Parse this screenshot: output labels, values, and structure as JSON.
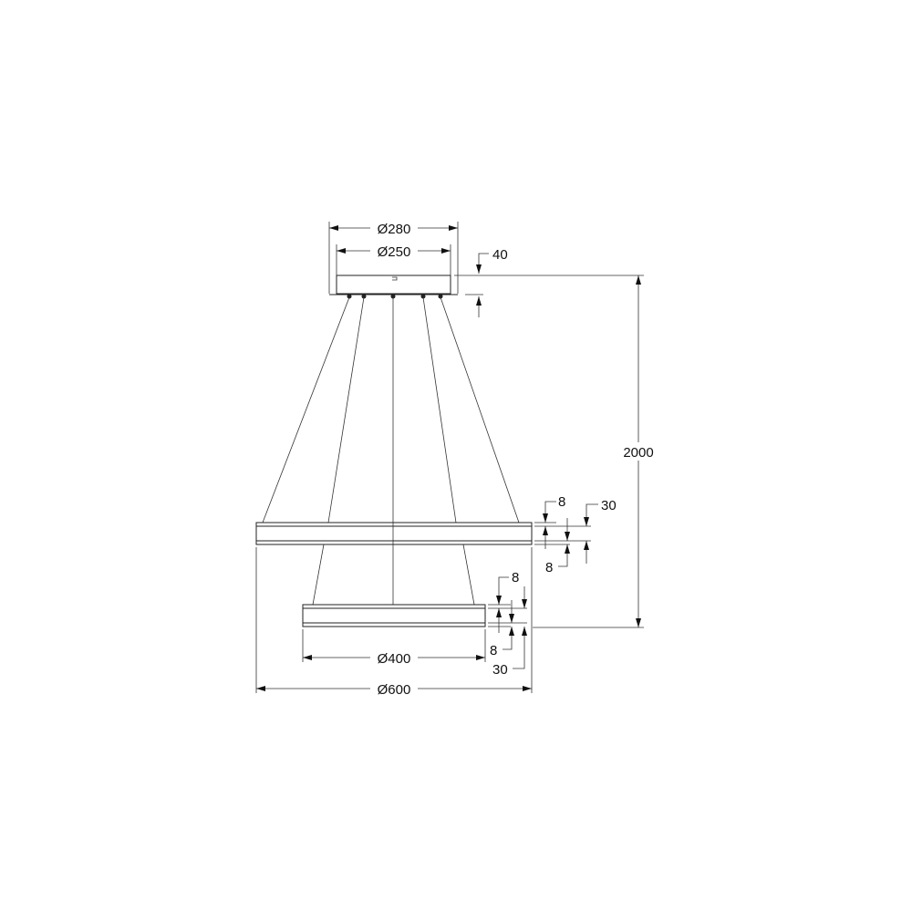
{
  "dimensions": {
    "canopy_outer_diameter": "Ø280",
    "canopy_inner_diameter": "Ø250",
    "canopy_height": "40",
    "total_height": "2000",
    "large_ring_top_band": "8",
    "large_ring_height": "30",
    "large_ring_bottom_band": "8",
    "small_ring_top_band": "8",
    "small_ring_bottom_band": "8",
    "small_ring_height": "30",
    "small_ring_diameter": "Ø400",
    "large_ring_diameter": "Ø600"
  },
  "colors": {
    "line": "#222222",
    "background": "#ffffff"
  }
}
